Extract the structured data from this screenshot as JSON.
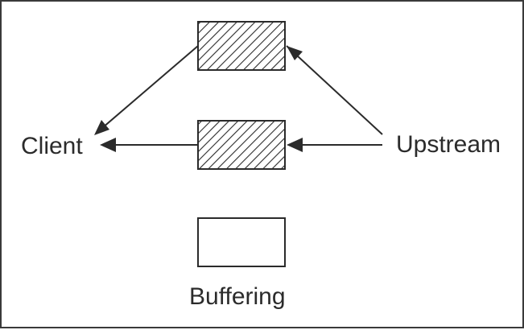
{
  "diagram": {
    "labels": {
      "client": "Client",
      "upstream": "Upstream",
      "buffering": "Buffering"
    },
    "colors": {
      "stroke": "#2b2b2b",
      "hatch": "#2b2b2b",
      "background": "#ffffff"
    }
  }
}
